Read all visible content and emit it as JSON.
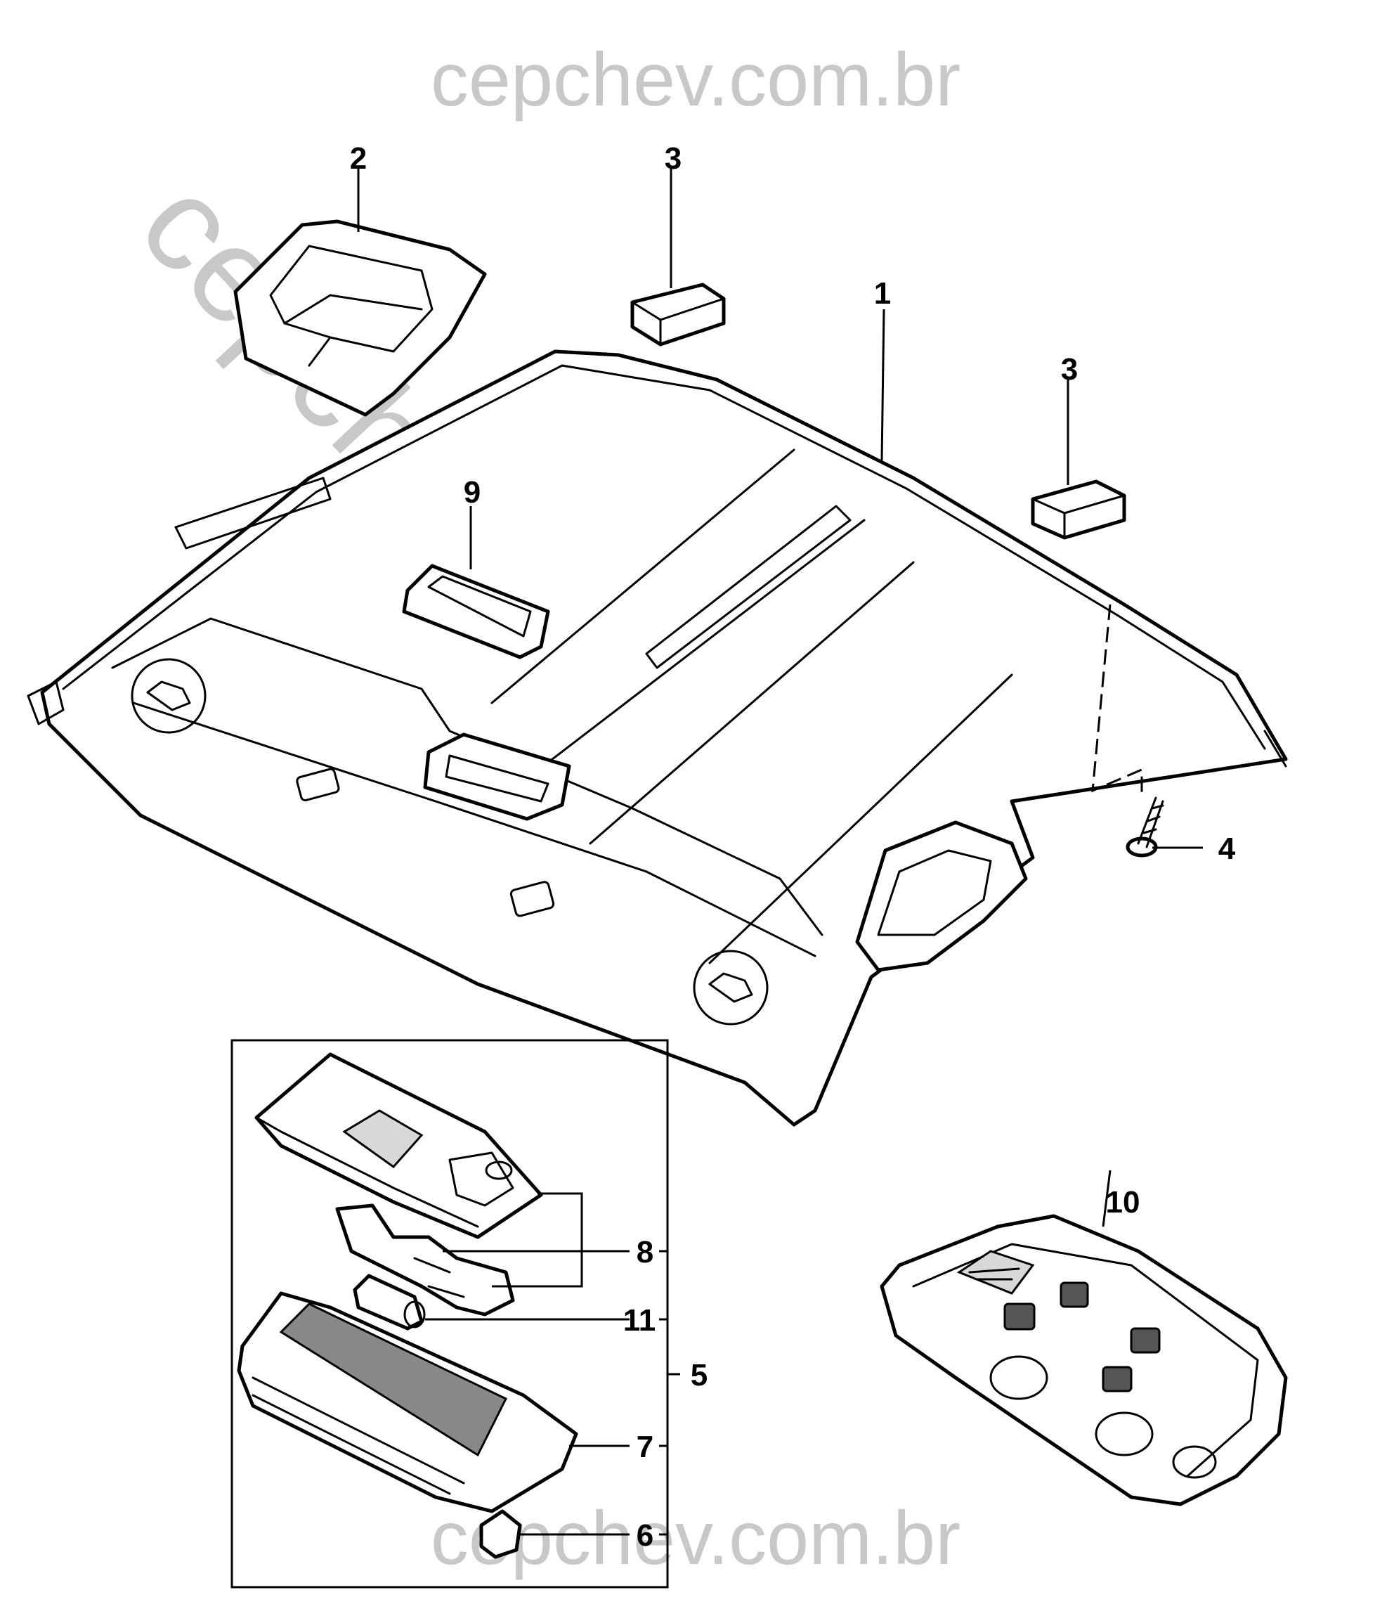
{
  "watermark": {
    "top": "cepchev.com.br",
    "diagonal": "cepchev.com.br",
    "bottom": "cepchev.com.br",
    "color": "#c8c8c8"
  },
  "callouts": {
    "c1": "1",
    "c2": "2",
    "c3a": "3",
    "c3b": "3",
    "c4": "4",
    "c5": "5",
    "c6": "6",
    "c7": "7",
    "c8": "8",
    "c9": "9",
    "c10": "10",
    "c11": "11"
  }
}
